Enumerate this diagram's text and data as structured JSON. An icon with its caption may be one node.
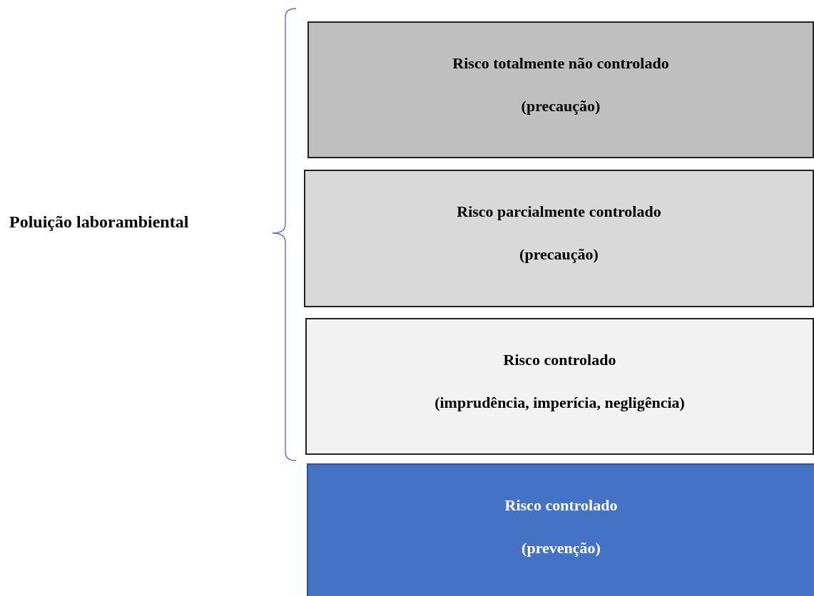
{
  "diagram": {
    "nodes": [
      {
        "text": [
          "Risco totalmente não controlado",
          "(precaução)"
        ]
      },
      {
        "text": [
          "Risco parcialmente controlado",
          "(precaução)"
        ]
      },
      {
        "text": [
          "Risco controlado",
          "(imprudência, imperícia, negligência)"
        ]
      },
      {
        "text": [
          "Risco controlado",
          "(prevenção)"
        ]
      }
    ],
    "labels": [
      "Poluição laborambiental"
    ]
  }
}
